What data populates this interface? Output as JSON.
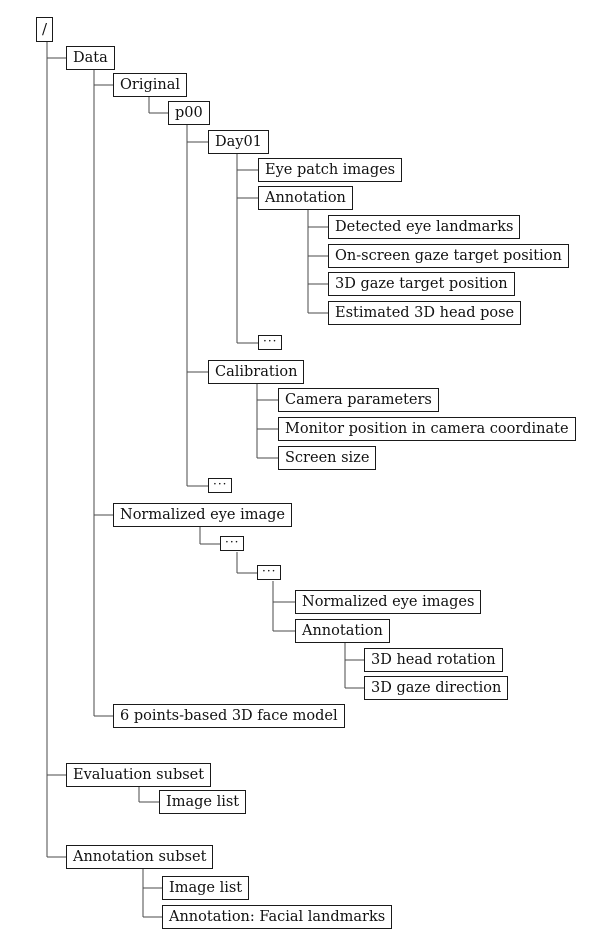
{
  "tree": {
    "root": "/",
    "data": "Data",
    "original": "Original",
    "p00": "p00",
    "day01": "Day01",
    "eye_patch_images": "Eye patch images",
    "annotation_day": "Annotation",
    "detected_eye_landmarks": "Detected eye landmarks",
    "onscreen_gaze_target": "On-screen gaze target position",
    "gaze_target_3d": "3D gaze target position",
    "head_pose_3d": "Estimated 3D head pose",
    "ellipsis_day": "···",
    "calibration": "Calibration",
    "camera_parameters": "Camera parameters",
    "monitor_position": "Monitor position in camera coordinate",
    "screen_size": "Screen size",
    "ellipsis_p00": "···",
    "normalized_eye_image": "Normalized eye image",
    "ellipsis_norm_1": "···",
    "ellipsis_norm_2": "···",
    "normalized_eye_images": "Normalized eye images",
    "annotation_norm": "Annotation",
    "head_rotation_3d": "3D head rotation",
    "gaze_direction_3d": "3D gaze direction",
    "face_model": "6 points-based 3D face model",
    "evaluation_subset": "Evaluation subset",
    "eval_image_list": "Image list",
    "annotation_subset": "Annotation subset",
    "annot_image_list": "Image list",
    "facial_landmarks": "Annotation: Facial landmarks"
  }
}
